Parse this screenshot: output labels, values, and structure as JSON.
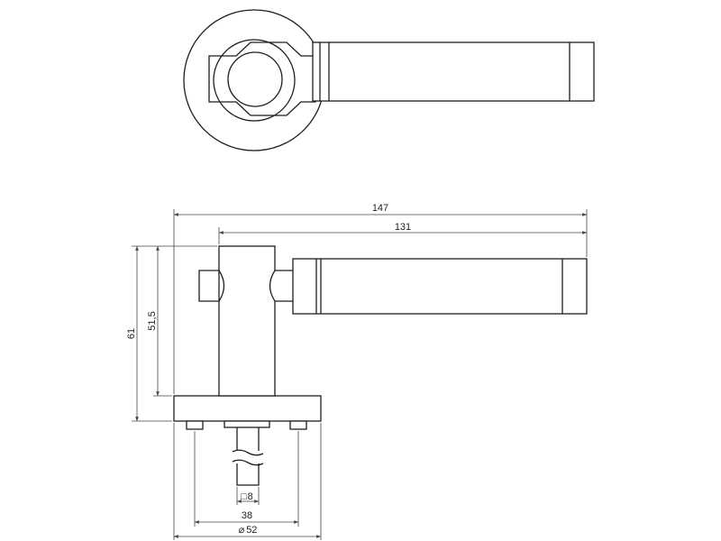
{
  "drawing": {
    "line_color": "#1e1e1e",
    "background": "#ffffff",
    "views": [
      "top-view",
      "side-view"
    ]
  },
  "dimensions": {
    "overall_length": "147",
    "lever_length": "131",
    "overall_height": "61",
    "lever_height": "51,5",
    "spindle_square": "8",
    "screw_spacing": "38",
    "rose_diameter": "52"
  },
  "symbols": {
    "square": "□",
    "diameter": "⌀"
  }
}
